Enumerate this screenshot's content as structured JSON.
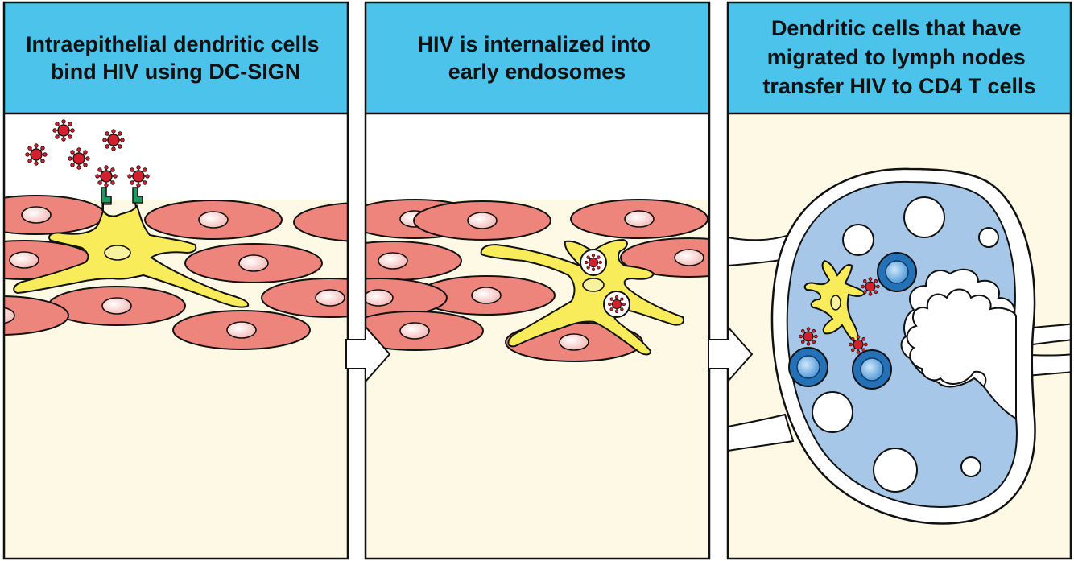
{
  "panels": [
    {
      "id": "panel-1",
      "title_lines": [
        "Intraepithelial dendritic cells",
        "bind HIV using DC-SIGN"
      ]
    },
    {
      "id": "panel-2",
      "title_lines": [
        "HIV is internalized into",
        "early endosomes"
      ]
    },
    {
      "id": "panel-3",
      "title_lines": [
        "Dendritic cells that have",
        "migrated to lymph nodes",
        "transfer HIV to CD4 T cells"
      ]
    }
  ],
  "colors": {
    "header_blue": "#4cc3ea",
    "tissue_cream": "#fdf9e5",
    "epithelial_cell": "#ee857d",
    "nucleus": "#fbe1df",
    "dendritic_cell": "#f8ec5a",
    "virus_red": "#d4202c",
    "dc_sign_green": "#1f9a63",
    "lymph_node_blue": "#a6c7e8",
    "t_cell_blue": "#2471b8",
    "outline": "#111111"
  },
  "icons": [
    "virus-icon",
    "dc-sign-receptor-icon",
    "endosome-icon",
    "arrow-right-icon"
  ]
}
